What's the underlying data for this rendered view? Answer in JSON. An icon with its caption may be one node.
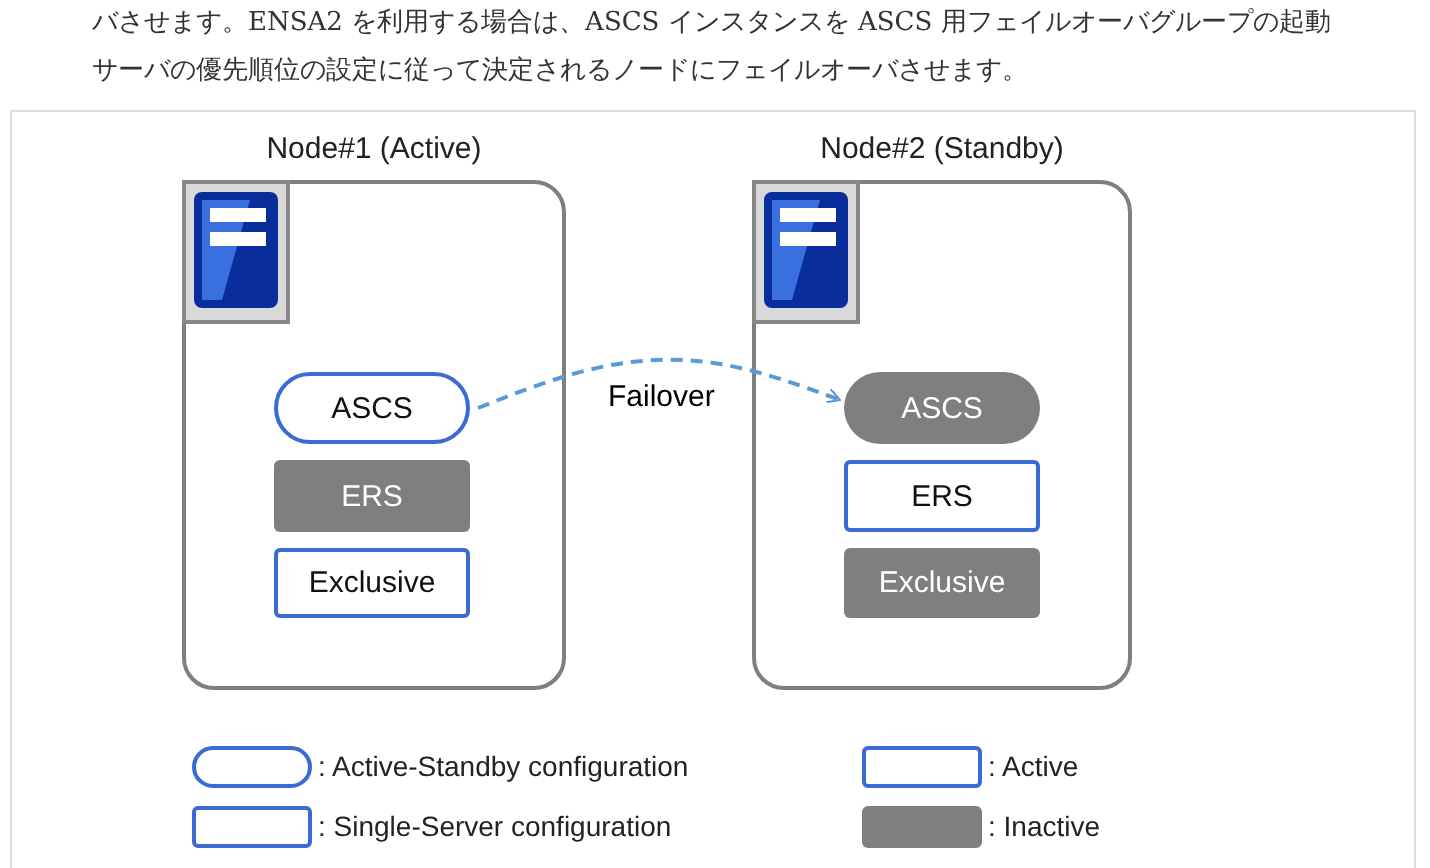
{
  "diagram": {
    "nodes": [
      {
        "text": [
          "Node#1 (Active)"
        ]
      },
      {
        "text": [
          "ASCS"
        ],
        "in": 0
      },
      {
        "text": [
          "ERS"
        ],
        "in": 0
      },
      {
        "text": [
          "Exclusive"
        ],
        "in": 0
      },
      {
        "text": [
          "Node#2 (Standby)"
        ]
      },
      {
        "text": [
          "ASCS"
        ],
        "in": 4
      },
      {
        "text": [
          "ERS"
        ],
        "in": 4
      },
      {
        "text": [
          "Exclusive"
        ],
        "in": 4
      }
    ],
    "edges": [
      {
        "from": 1,
        "to": 5,
        "arrow": "to",
        "label": "Failover",
        "style": "dashed"
      }
    ],
    "labels": [
      "バさせます。ENSA2 を利用する場合は、ASCS インスタンスを ASCS 用フェイルオーバグループの起動",
      "サーバの優先順位の設定に従って決定されるノードにフェイルオーバさせます。"
    ],
    "legend": [
      {
        "text": ": Active-Standby configuration"
      },
      {
        "text": ": Active"
      },
      {
        "text": ": Single-Server configuration"
      },
      {
        "text": ": Inactive",
        "color": "#808080"
      }
    ]
  }
}
